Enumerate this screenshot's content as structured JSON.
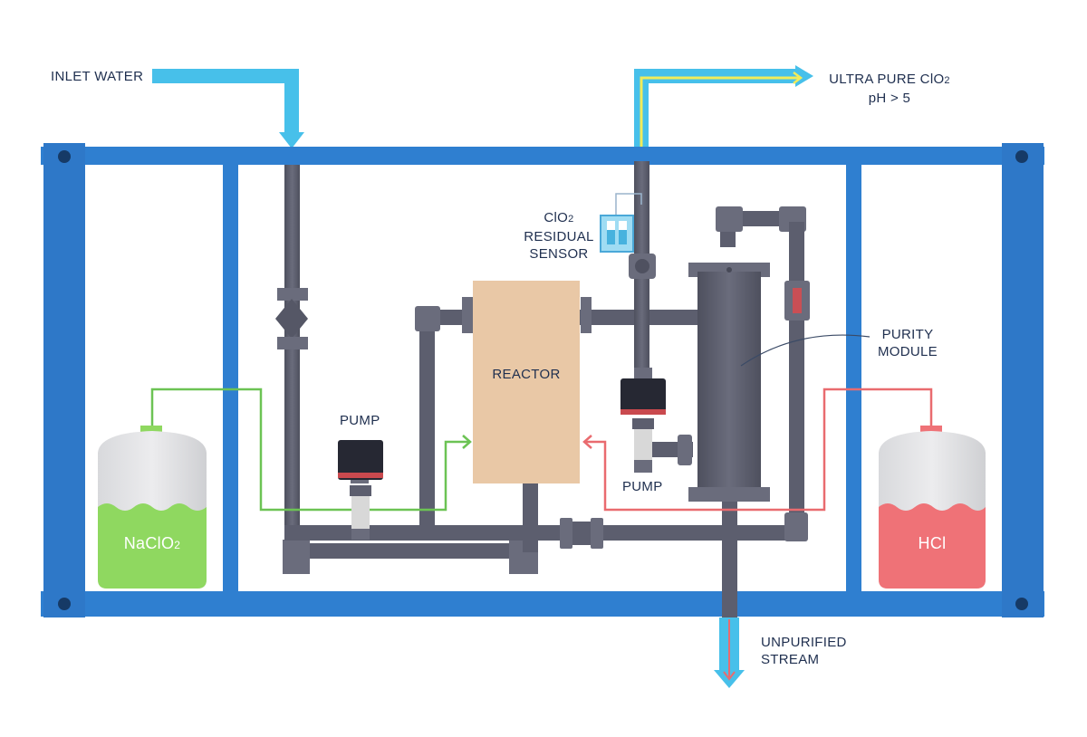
{
  "labels": {
    "inlet_water": "INLET WATER",
    "output_line1": "ULTRA PURE ClO",
    "output_sub": "2",
    "output_line2": "pH > 5",
    "sensor_line1": "ClO",
    "sensor_sub": "2",
    "sensor_line2": "RESIDUAL",
    "sensor_line3": "SENSOR",
    "purity_line1": "PURITY",
    "purity_line2": "MODULE",
    "reactor": "REACTOR",
    "pump_left": "PUMP",
    "pump_right": "PUMP",
    "tank_left": "NaClO",
    "tank_left_sub": "2",
    "tank_right": "HCl",
    "unpurified_line1": "UNPURIFIED",
    "unpurified_line2": "STREAM"
  },
  "colors": {
    "frame_blue": "#2f7fd0",
    "flow_light_blue": "#47c0ea",
    "pipe_gray": "#5c5e6e",
    "reactor_tan": "#e9c8a6",
    "naclo2_green": "#8fd860",
    "hcl_red": "#ef7277",
    "green_line": "#6cc354",
    "red_line": "#e96b6f",
    "yellow_line": "#f1ec5a",
    "text_navy": "#1f2f4f"
  },
  "icons": [
    "inlet-arrow",
    "outlet-arrow",
    "unpurified-arrow",
    "pump-icon",
    "valve-icon",
    "sensor-icon"
  ]
}
